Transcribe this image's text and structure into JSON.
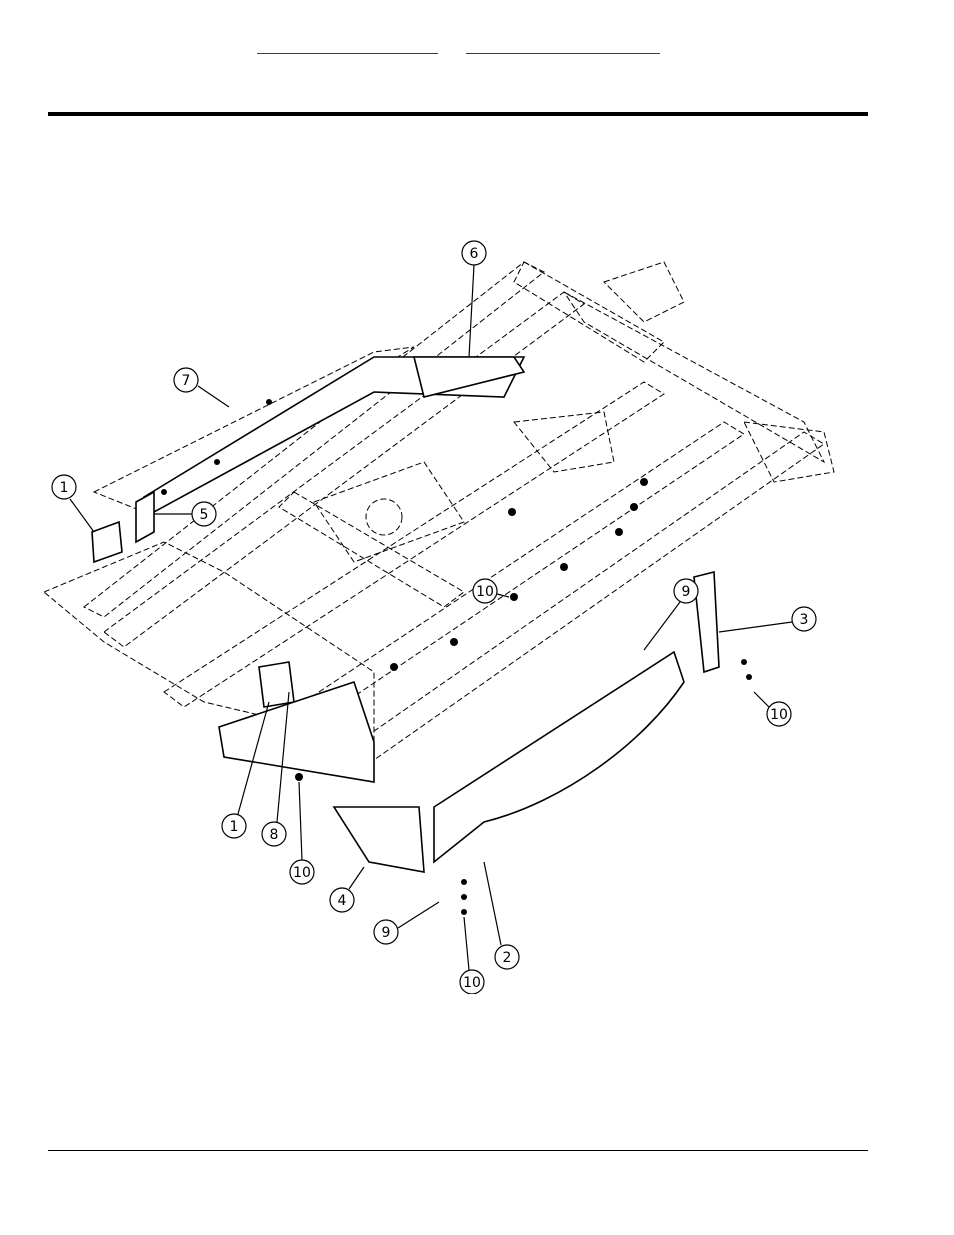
{
  "header": {
    "links": [
      "",
      ""
    ]
  },
  "diagram": {
    "callouts": [
      {
        "id": "c1a",
        "label": "1"
      },
      {
        "id": "c1b",
        "label": "1"
      },
      {
        "id": "c2",
        "label": "2"
      },
      {
        "id": "c3",
        "label": "3"
      },
      {
        "id": "c4",
        "label": "4"
      },
      {
        "id": "c5",
        "label": "5"
      },
      {
        "id": "c6",
        "label": "6"
      },
      {
        "id": "c7",
        "label": "7"
      },
      {
        "id": "c8",
        "label": "8"
      },
      {
        "id": "c9a",
        "label": "9"
      },
      {
        "id": "c9b",
        "label": "9"
      },
      {
        "id": "c10a",
        "label": "10"
      },
      {
        "id": "c10b",
        "label": "10"
      },
      {
        "id": "c10c",
        "label": "10"
      },
      {
        "id": "c10d",
        "label": "10"
      }
    ]
  }
}
